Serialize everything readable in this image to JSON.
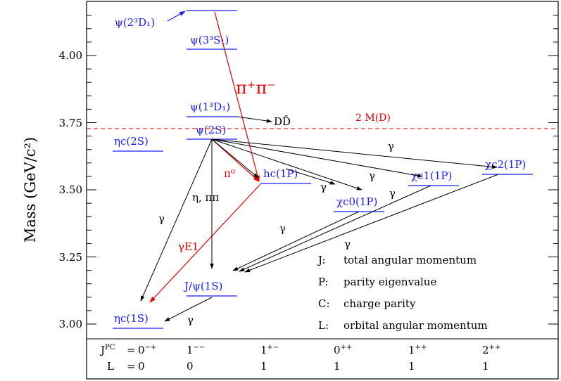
{
  "axis": {
    "ylabel": "Mass (GeV/c²)",
    "ticks": [
      "3.00",
      "3.25",
      "3.50",
      "3.75",
      "4.00"
    ]
  },
  "threshold": {
    "label": "2 M(D)"
  },
  "levels": {
    "psi_2_3D1": "ψ(2³D₁)",
    "psi_3_3S1": "ψ(3³S₁)",
    "psi_1_3D1": "ψ(1³D₁)",
    "psi_2S": "ψ(2S)",
    "eta_c_2S": "ηc(2S)",
    "h_c_1P": "hc(1P)",
    "chi_c0_1P": "χc0(1P)",
    "chi_c1_1P": "χc1(1P)",
    "chi_c2_1P": "χc2(1P)",
    "J_psi_1S": "J/ψ(1S)",
    "eta_c_1S": "ηc(1S)"
  },
  "transitions": {
    "pipi_big": "π⁺π⁻",
    "DDbar": "DD̄",
    "pi0": "π⁰",
    "eta_pipi": "η, ππ",
    "gamma_E1": "γE1",
    "gamma": "γ"
  },
  "legend": [
    {
      "key": "J:",
      "text": "total angular momentum"
    },
    {
      "key": "P:",
      "text": "parity eigenvalue"
    },
    {
      "key": "C:",
      "text": "charge parity"
    },
    {
      "key": "L:",
      "text": "orbital angular momentum"
    }
  ],
  "quantum_numbers": {
    "jpc_label": "J",
    "jpc_sup": "PC",
    "jpc_eq": "=",
    "l_label": "L",
    "l_eq": "=",
    "columns": [
      {
        "jpc": "0",
        "sup": "−+",
        "l": "0"
      },
      {
        "jpc": "1",
        "sup": "−−",
        "l": "0"
      },
      {
        "jpc": "1",
        "sup": "+−",
        "l": "1"
      },
      {
        "jpc": "0",
        "sup": "++",
        "l": "1"
      },
      {
        "jpc": "1",
        "sup": "++",
        "l": "1"
      },
      {
        "jpc": "2",
        "sup": "++",
        "l": "1"
      }
    ]
  },
  "colors": {
    "red": "#e00000",
    "blue": "#1a1aff",
    "black": "#000000"
  }
}
